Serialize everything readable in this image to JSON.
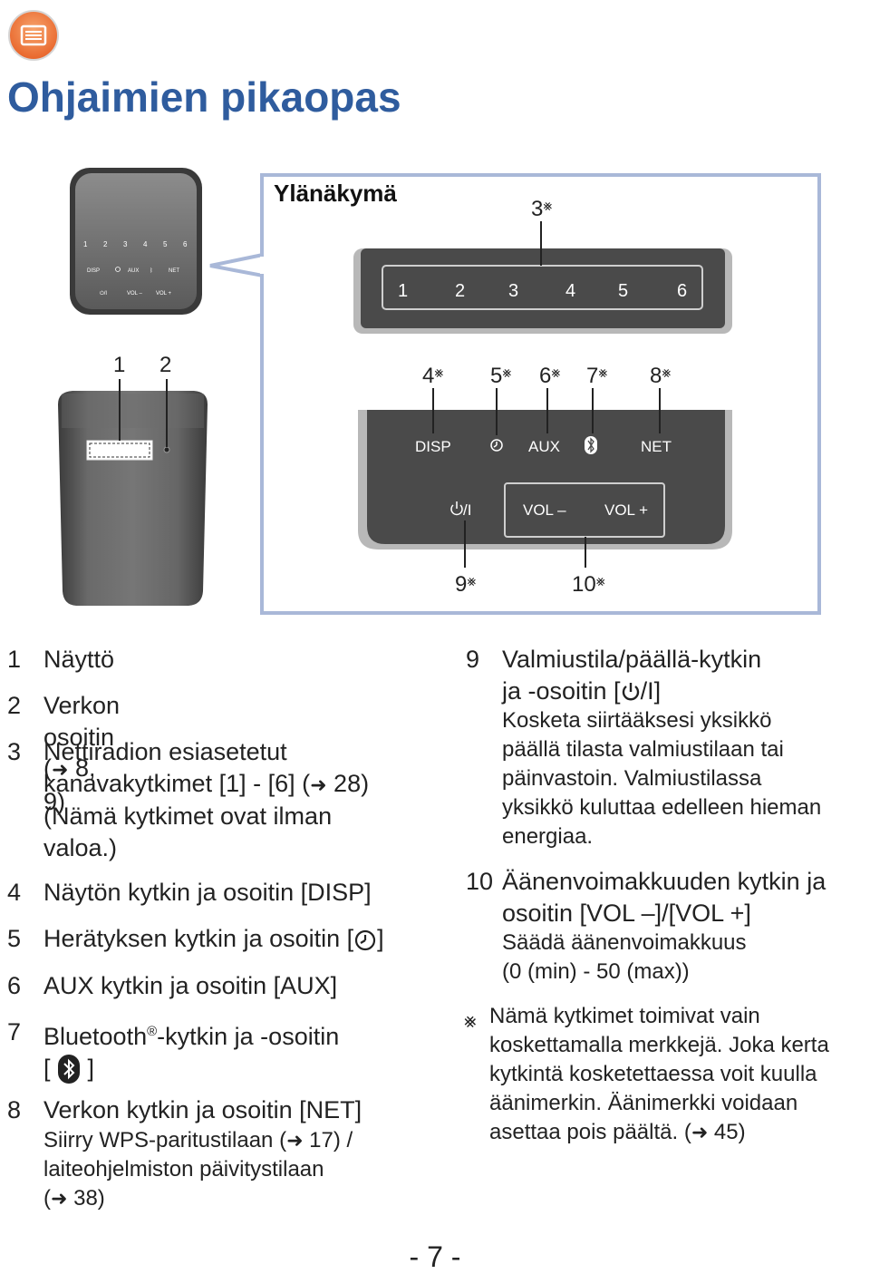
{
  "header": {
    "title": "Ohjaimien pikaopas",
    "menu_icon": "menu-icon"
  },
  "diagram": {
    "top_view_label": "Ylänäkymä",
    "small_panel": {
      "presets": [
        "1",
        "2",
        "3",
        "4",
        "5",
        "6"
      ],
      "row2": [
        "DISP",
        "AUX",
        "NET"
      ],
      "row3": [
        "VOL –",
        "VOL +"
      ]
    },
    "callouts": {
      "c1": "1",
      "c2": "2",
      "c3": "3",
      "c4": "4",
      "c5": "5",
      "c6": "6",
      "c7": "7",
      "c8": "8",
      "c9": "9",
      "c10": "10",
      "mark": "⨳"
    },
    "top_panel": {
      "presets": [
        "1",
        "2",
        "3",
        "4",
        "5",
        "6"
      ]
    },
    "bottom_panel": {
      "disp": "DISP",
      "aux": "AUX",
      "net": "NET",
      "vol_minus": "VOL –",
      "vol_plus": "VOL +",
      "power": "/I"
    }
  },
  "left_items": [
    {
      "num": "1",
      "lines": [
        "Näyttö"
      ]
    },
    {
      "num": "2",
      "pre": "Verkon osoitin (",
      "arrow": "➜",
      "post": " 8, 9)"
    },
    {
      "num": "3",
      "line1": "Nettiradion esiasetetut",
      "line2a": "kanavakytkimet [1] - [6] (",
      "arrow": "➜",
      "line2b": " 28)",
      "line3": "(Nämä kytkimet ovat ilman",
      "line4": "valoa.)"
    },
    {
      "num": "4",
      "text": "Näytön kytkin ja osoitin [DISP]"
    },
    {
      "num": "5",
      "pre": "Herätyksen kytkin ja osoitin [",
      "post": "]"
    },
    {
      "num": "6",
      "text": "AUX kytkin ja osoitin [AUX]"
    },
    {
      "num": "7",
      "pre": "Bluetooth",
      "reg": "®",
      "post": "-kytkin ja -osoitin",
      "l2pre": "[",
      "l2post": "]"
    },
    {
      "num": "8",
      "text": "Verkon kytkin ja osoitin [NET]",
      "sub1a": "Siirry WPS-paritustilaan (",
      "arrow": "➜",
      "sub1b": " 17) /",
      "sub2": "laiteohjelmiston päivitystilaan",
      "sub3a": "(",
      "sub3b": " 38)"
    }
  ],
  "right_items": [
    {
      "num": "9",
      "line1": "Valmiustila/päällä-kytkin",
      "line2a": "ja -osoitin [",
      "line2b": "/I]",
      "desc": [
        "Kosketa siirtääksesi yksikkö",
        "päällä tilasta valmiustilaan tai",
        "päinvastoin. Valmiustilassa",
        "yksikkö kuluttaa edelleen hieman",
        "energiaa."
      ]
    },
    {
      "num": "10",
      "line1": "Äänenvoimakkuuden kytkin ja",
      "line2": "osoitin [VOL –]/[VOL +]",
      "desc": [
        "Säädä äänenvoimakkuus",
        "(0 (min) - 50 (max))"
      ]
    }
  ],
  "note": {
    "mark": "⨳",
    "lines": [
      "Nämä kytkimet toimivat vain",
      "koskettamalla merkkejä. Joka kerta",
      "kytkintä kosketettaessa voit kuulla",
      "äänimerkin. Äänimerkki voidaan"
    ],
    "last_a": "asettaa pois päältä. (",
    "arrow": "➜",
    "last_b": " 45)"
  },
  "footer": {
    "page": "- 7 -"
  },
  "colors": {
    "title": "#2f5c9e",
    "callout_border": "#a9b8d8",
    "panel": "#5e5e5e",
    "icon_orange": "#ee7a3a"
  }
}
